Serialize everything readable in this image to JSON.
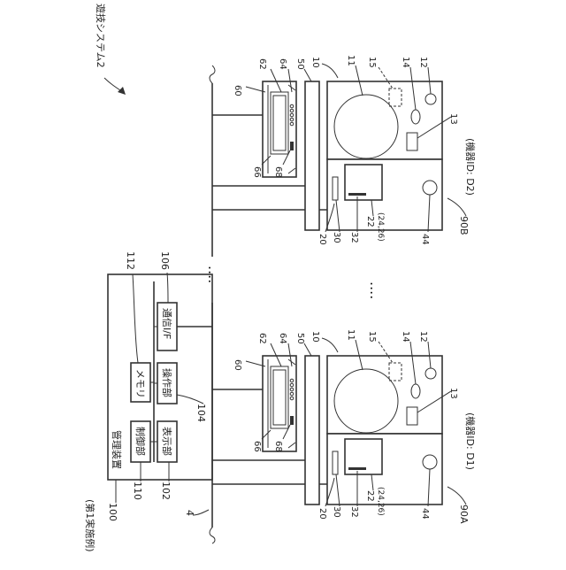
{
  "labels": {
    "system": "遊技システム2",
    "embodiment": "(第1実施例)",
    "ref_management": "100",
    "ref_network": "4",
    "ref_control": "110",
    "ref_display": "102",
    "ref_operation": "104",
    "ref_memory": "112",
    "ref_comm": "106",
    "ref_machine_group_a": "90A",
    "ref_machine_group_b": "90B"
  },
  "management": {
    "title": "管理装置",
    "control": "制御部",
    "display": "表示部",
    "memory": "メモリ",
    "operation": "操作部",
    "comm": "通信I/F"
  },
  "ellipsis": "....",
  "machines": [
    {
      "device_id": "(機器ID: D1)",
      "r10": "10",
      "r11": "11",
      "r12": "12",
      "r13": "13",
      "r14": "14",
      "r15": "15",
      "r20": "20",
      "r22": "22",
      "r22sub": "(24,26)",
      "r30": "30",
      "r32": "32",
      "r44": "44",
      "r50": "50",
      "r60": "60",
      "r62": "62",
      "r64": "64",
      "r66": "66",
      "r68": "68"
    },
    {
      "device_id": "(機器ID: D2)",
      "r10": "10",
      "r11": "11",
      "r12": "12",
      "r13": "13",
      "r14": "14",
      "r15": "15",
      "r20": "20",
      "r22": "22",
      "r22sub": "(24,26)",
      "r30": "30",
      "r32": "32",
      "r44": "44",
      "r50": "50",
      "r60": "60",
      "r62": "62",
      "r64": "64",
      "r66": "66",
      "r68": "68"
    }
  ]
}
